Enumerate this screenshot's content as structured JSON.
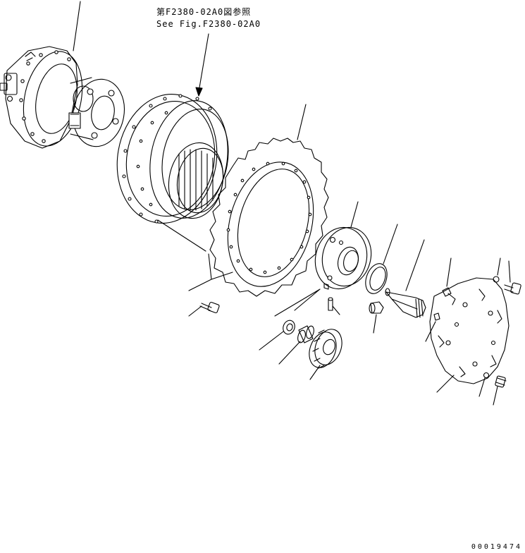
{
  "reference": {
    "japanese": "第F2380-02A0図参照",
    "english": "See Fig.F2380-02A0"
  },
  "drawing_number": "00019474",
  "colors": {
    "line": "#000000",
    "background": "#ffffff"
  }
}
